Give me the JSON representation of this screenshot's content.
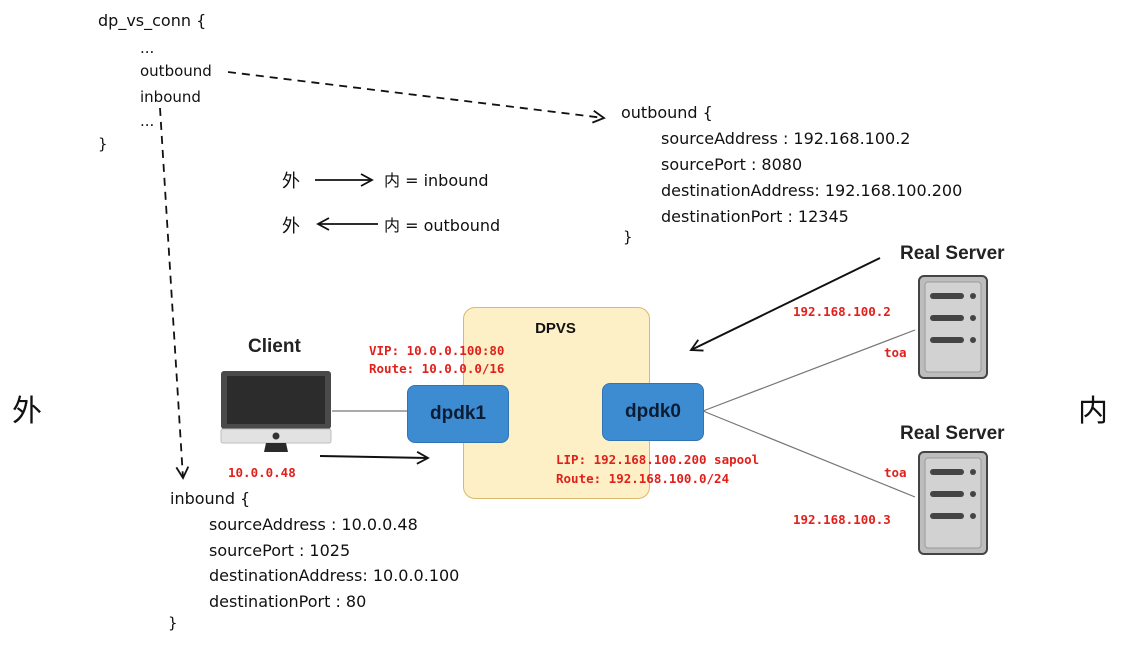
{
  "top_struct": {
    "header": "dp_vs_conn {",
    "line1": "...",
    "line2": "outbound",
    "line3": "inbound",
    "line4": "...",
    "close": "}"
  },
  "outbound_block": {
    "header": "outbound {",
    "src_addr": "sourceAddress : 192.168.100.2",
    "src_port": "sourcePort : 8080",
    "dst_addr": "destinationAddress: 192.168.100.200",
    "dst_port": "destinationPort : 12345",
    "close": "}"
  },
  "inbound_block": {
    "header": "inbound {",
    "src_addr": "sourceAddress : 10.0.0.48",
    "src_port": "sourcePort : 1025",
    "dst_addr": "destinationAddress: 10.0.0.100",
    "dst_port": "destinationPort : 80",
    "close": "}"
  },
  "legend": {
    "row1_left": "外",
    "row1_right": "内 = inbound",
    "row2_left": "外",
    "row2_right": "内 = outbound"
  },
  "side_labels": {
    "left": "外",
    "right": "内"
  },
  "client": {
    "title": "Client",
    "ip": "10.0.0.48"
  },
  "dpvs": {
    "title": "DPVS",
    "nic_left": "dpdk1",
    "nic_right": "dpdk0",
    "vip": "VIP: 10.0.0.100:80",
    "route_left": "Route: 10.0.0.0/16",
    "lip": "LIP: 192.168.100.200 sapool",
    "route_right": "Route: 192.168.100.0/24"
  },
  "servers": [
    {
      "title": "Real Server",
      "ip": "192.168.100.2",
      "tag": "toa"
    },
    {
      "title": "Real Server",
      "ip": "192.168.100.3",
      "tag": "toa"
    }
  ],
  "colors": {
    "nic_blue": "#3d8bd1",
    "dpvs_fill": "#fdf0c6",
    "ip_red": "#e0201b"
  }
}
